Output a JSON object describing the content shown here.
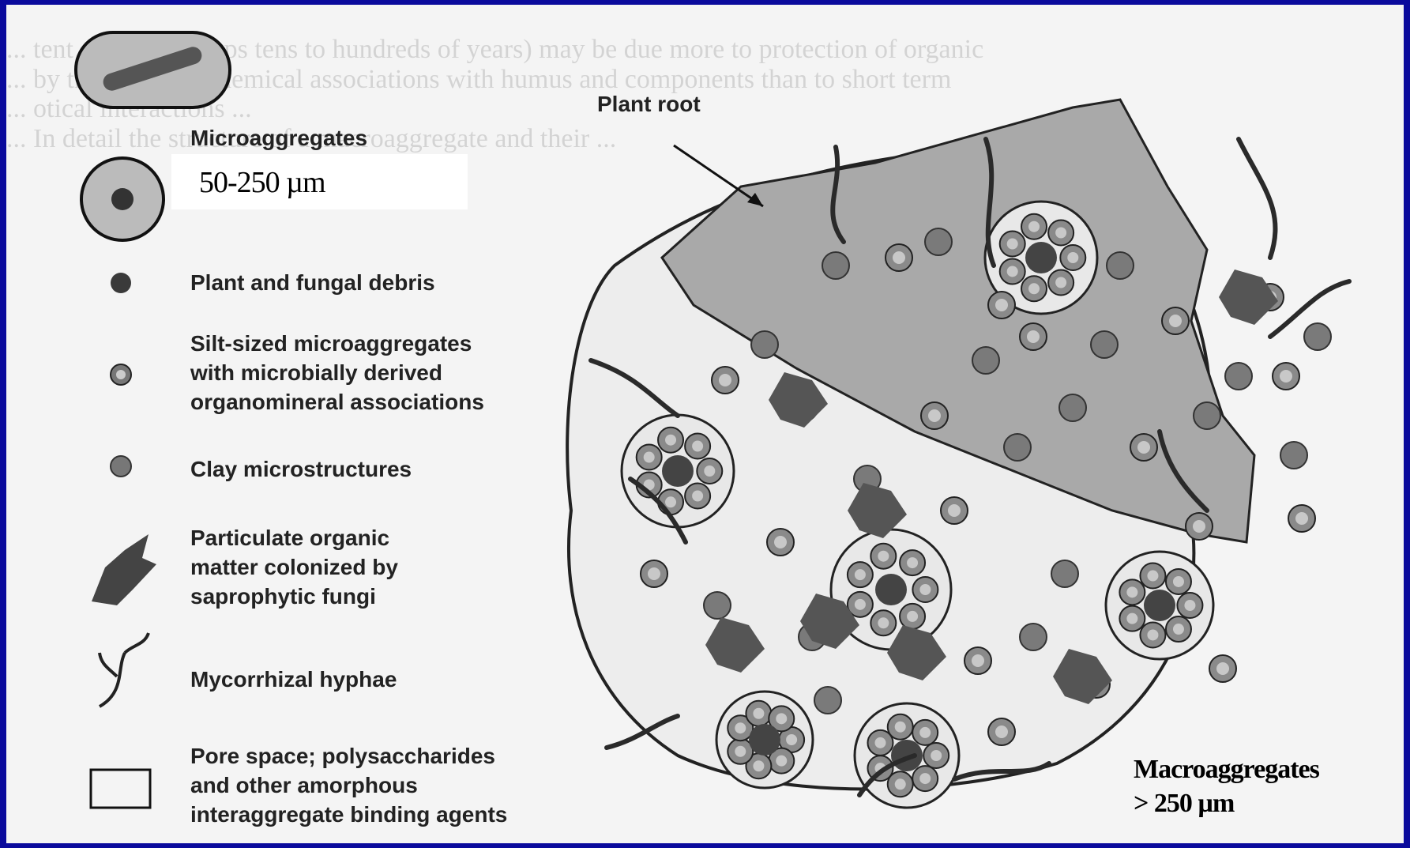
{
  "background_text": [
    "... tent agents (perhaps tens to hundreds of years) may be due more to protection of organic",
    "... by their physicochemical associations with humus and components than to short term",
    "... otical interactions ...",
    "... In detail the structure of a macroaggregate and their ...",
    "... ",
    "... "
  ],
  "legend": {
    "microaggregates": "Microaggregates",
    "debris": "Plant and fungal debris",
    "silt_lines": [
      "Silt-sized microaggregates",
      "with microbially derived",
      "organomineral associations"
    ],
    "clay": "Clay microstructures",
    "pom_lines": [
      "Particulate organic",
      "matter colonized by",
      "saprophytic fungi"
    ],
    "hyphae": "Mycorrhizal hyphae",
    "pore_lines": [
      "Pore space; polysaccharides",
      "and other amorphous",
      "interaggregate binding agents"
    ]
  },
  "scale_label": "50-250 µm",
  "plant_root_label": "Plant root",
  "macro_lines": [
    "Macroaggregates",
    "> 250 µm"
  ],
  "colors": {
    "frame": "#0a0a9c",
    "debris": "#444444",
    "clay": "#7a7a7a",
    "silt_outer": "#8a8a8a",
    "silt_inner": "#c8c8c8",
    "root": "#a8a8a8"
  }
}
